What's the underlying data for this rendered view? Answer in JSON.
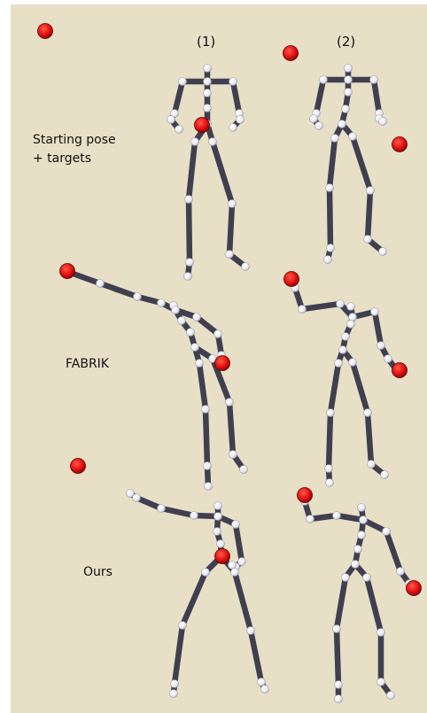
{
  "figure": {
    "background_color": "#e8dfc7",
    "bone_color": "#3f3f4f",
    "joint_color": "#eef0f6",
    "target_color": "#e30f0f",
    "column_labels": [
      "(1)",
      "(2)"
    ],
    "row_labels": {
      "row1_line1": "Starting pose",
      "row1_line2": "+ targets",
      "row2": "FABRIK",
      "row3": "Ours"
    }
  }
}
